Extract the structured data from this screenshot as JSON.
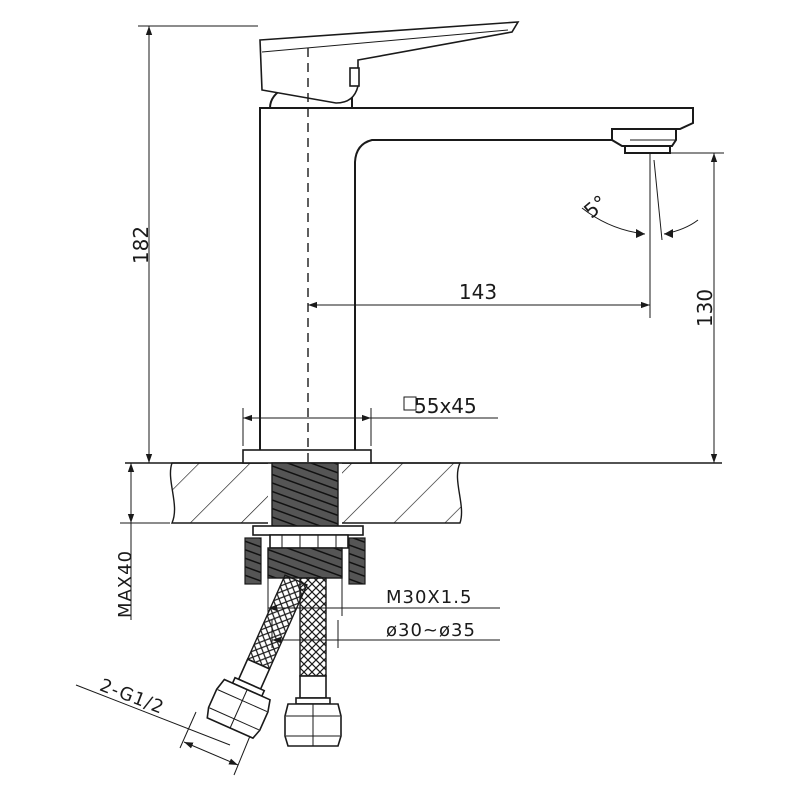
{
  "drawing": {
    "dims": {
      "total_height": "182",
      "spout_reach": "143",
      "spout_height": "130",
      "angle": "5°",
      "body_size": "55x45",
      "max_thickness": "MAX40",
      "thread": "M30X1.5",
      "hole_diameter": "ø30~ø35",
      "hose_connection": "2-G1/2"
    }
  }
}
